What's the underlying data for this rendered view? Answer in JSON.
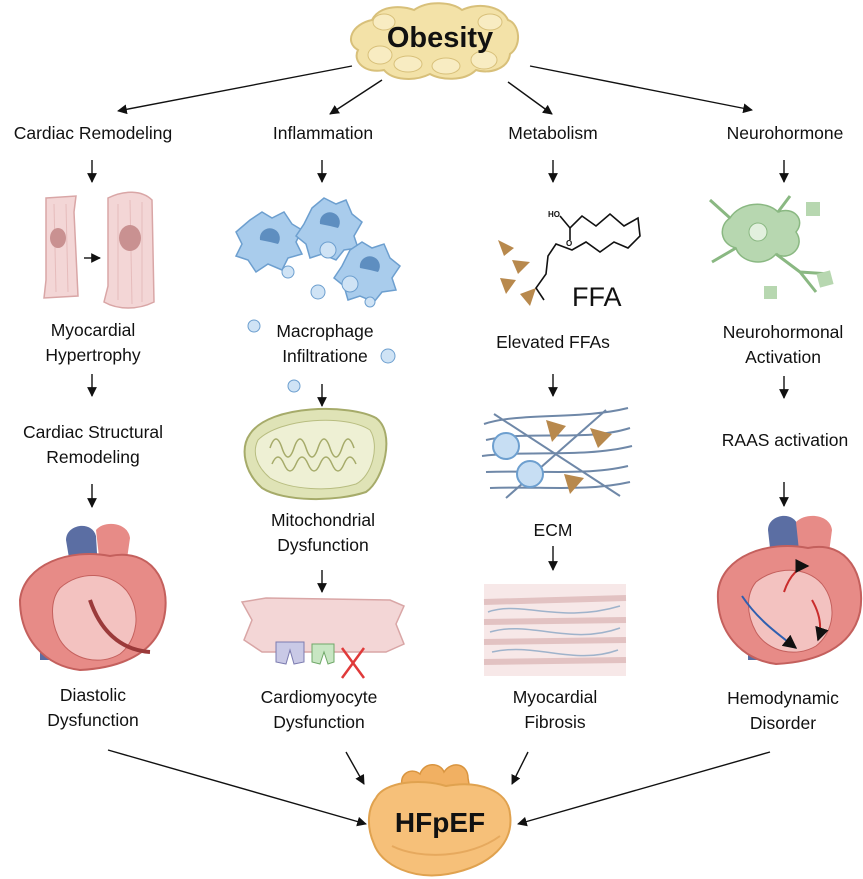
{
  "root": {
    "label": "Obesity"
  },
  "outcome": {
    "label": "HFpEF"
  },
  "pathways": [
    {
      "heading": "Cardiac Remodeling",
      "step1": [
        "Myocardial",
        "Hypertrophy"
      ],
      "step2": [
        "Cardiac Structural",
        "Remodeling"
      ],
      "result": [
        "Diastolic",
        "Dysfunction"
      ]
    },
    {
      "heading": "Inflammation",
      "step1": [
        "Macrophage",
        "Infiltratione"
      ],
      "step2": [
        "Mitochondrial",
        "Dysfunction"
      ],
      "result": [
        "Cardiomyocyte",
        "Dysfunction"
      ]
    },
    {
      "heading": "Metabolism",
      "step1": [
        "Elevated FFAs"
      ],
      "step2": [
        "ECM"
      ],
      "result": [
        "Myocardial",
        "Fibrosis"
      ]
    },
    {
      "heading": "Neurohormone",
      "step1": [
        "Neurohormonal",
        "Activation"
      ],
      "step2": [
        "RAAS activation"
      ],
      "result": [
        "Hemodynamic",
        "Disorder"
      ]
    }
  ],
  "ffa_molecule": {
    "label": "FFA",
    "hydroxyl": "HO",
    "oxygen": "O"
  },
  "colors": {
    "fat_cells": "#f3e2a8",
    "cardiomyocyte": "#f3d6d6",
    "macrophage": "#a9ccec",
    "mitochondrion": "#dfe3b6",
    "fibre": "#6f88a8",
    "ffa_triangle": "#b8894d",
    "neuron": "#b7d7b0",
    "heart_red": "#e78b87",
    "vessel_blue": "#5b6ea3",
    "hfpef_heart": "#f6c079"
  }
}
